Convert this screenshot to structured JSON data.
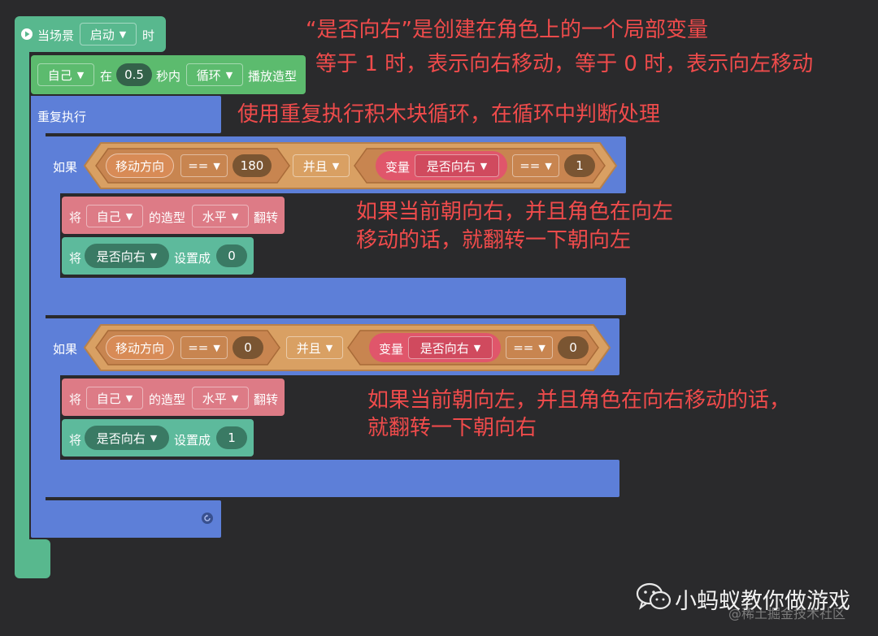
{
  "trigger": {
    "prefix": "当场景",
    "event": "启动",
    "suffix": "时"
  },
  "anim_block": {
    "target": "自己",
    "at": "在",
    "seconds": "0.5",
    "within": "秒内",
    "mode": "循环",
    "action": "播放造型"
  },
  "repeat_block": {
    "label": "重复执行"
  },
  "if_blocks": [
    {
      "label": "如果",
      "cond_left": {
        "var": "移动方向",
        "op": "==",
        "value": "180"
      },
      "logic": "并且",
      "cond_right": {
        "prefix": "变量",
        "var": "是否向右",
        "op": "==",
        "value": "1"
      },
      "flip": {
        "will": "将",
        "target": "自己",
        "of": "的造型",
        "dir": "水平",
        "action": "翻转"
      },
      "set": {
        "will": "将",
        "var": "是否向右",
        "action": "设置成",
        "value": "0"
      }
    },
    {
      "label": "如果",
      "cond_left": {
        "var": "移动方向",
        "op": "==",
        "value": "0"
      },
      "logic": "并且",
      "cond_right": {
        "prefix": "变量",
        "var": "是否向右",
        "op": "==",
        "value": "0"
      },
      "flip": {
        "will": "将",
        "target": "自己",
        "of": "的造型",
        "dir": "水平",
        "action": "翻转"
      },
      "set": {
        "will": "将",
        "var": "是否向右",
        "action": "设置成",
        "value": "1"
      }
    }
  ],
  "repeat_icon": "refresh-icon",
  "annotations": {
    "a1_line1": "“是否向右”是创建在角色上的一个局部变量",
    "a1_line2": "等于 1 时，表示向右移动，等于 0 时，表示向左移动",
    "a2": "使用重复执行积木块循环，在循环中判断处理",
    "a3_line1": "如果当前朝向右，并且角色在向左",
    "a3_line2": "移动的话，就翻转一下朝向左",
    "a4_line1": "如果当前朝向左，并且角色在向右移动的话，",
    "a4_line2": "就翻转一下朝向右"
  },
  "watermark": {
    "brand": "小蚂蚁教你做游戏",
    "site": "@稀土掘金技术社区",
    "icon": "wechat-icon"
  },
  "colors": {
    "background": "#2a2a2c",
    "event_green": "#58b88e",
    "anim_green": "#5cbb6e",
    "control_blue": "#5d7fd8",
    "operator_orange": "#d9a063",
    "sensing_orange": "#c88550",
    "variable_red": "#e0566b",
    "looks_pink": "#dd7b86",
    "vars_teal": "#5dba9c",
    "annotation_red": "#ef4b4b"
  }
}
